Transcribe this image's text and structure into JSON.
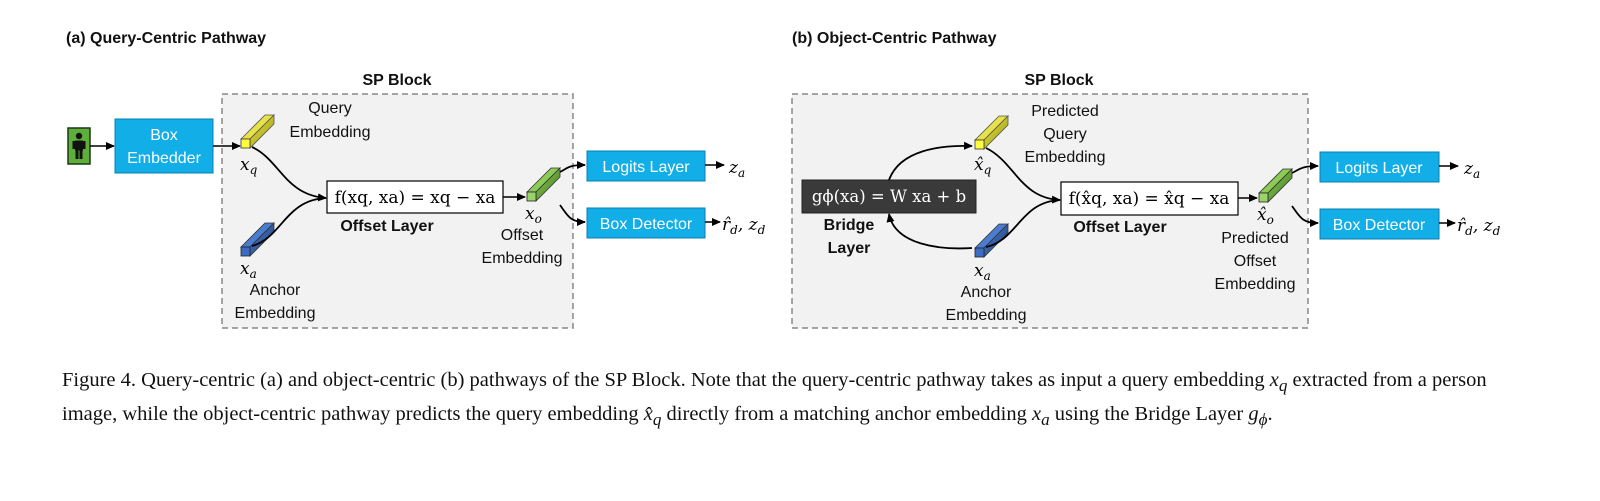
{
  "panels": [
    {
      "title": "(a) Query-Centric Pathway",
      "block_title": "SP Block",
      "box_embedder": [
        "Box",
        "Embedder"
      ],
      "query_label": [
        "Query",
        "Embedding"
      ],
      "xq": "x",
      "xq_sub": "q",
      "xa": "x",
      "xa_sub": "a",
      "anchor_label": [
        "Anchor",
        "Embedding"
      ],
      "offset_formula": "f(xq, xa) = xq − xa",
      "offset_layer": "Offset Layer",
      "xo": "x",
      "xo_sub": "o",
      "offset_emb_label": [
        "Offset",
        "Embedding"
      ],
      "logits_layer": "Logits Layer",
      "box_detector": "Box Detector",
      "logits_out": "z",
      "logits_out_sub": "a",
      "detector_out": "r̂",
      "detector_out_sub": "d",
      "detector_out2": ", z",
      "detector_out2_sub": "d"
    },
    {
      "title": "(b) Object-Centric Pathway",
      "block_title": "SP Block",
      "bridge_formula": "gϕ(xa) = W xa + b",
      "bridge_label": [
        "Bridge",
        "Layer"
      ],
      "pred_query_label": [
        "Predicted",
        "Query",
        "Embedding"
      ],
      "xq": "x̂",
      "xq_sub": "q",
      "xa": "x",
      "xa_sub": "a",
      "anchor_label": [
        "Anchor",
        "Embedding"
      ],
      "offset_formula": "f(x̂q, xa) = x̂q − xa",
      "offset_layer": "Offset Layer",
      "xo": "x̂",
      "xo_sub": "o",
      "offset_emb_label": [
        "Predicted",
        "Offset",
        "Embedding"
      ],
      "logits_layer": "Logits Layer",
      "box_detector": "Box Detector",
      "logits_out": "z",
      "logits_out_sub": "a",
      "detector_out": "r̂",
      "detector_out_sub": "d",
      "detector_out2": ", z",
      "detector_out2_sub": "d"
    }
  ],
  "caption": {
    "p1": "Figure 4. Query-centric (a) and object-centric (b) pathways of the SP Block. Note that the query-centric pathway takes as input a query embedding ",
    "m1": "x",
    "m1s": "q",
    "p2": " extracted from a person image, while the object-centric pathway predicts the query embedding ",
    "m2": "x̂",
    "m2s": "q",
    "p3": " directly from a matching anchor embedding ",
    "m3": "x",
    "m3s": "a",
    "p4": " using the Bridge Layer ",
    "m4": "g",
    "m4s": "ϕ",
    "p5": "."
  },
  "colors": {
    "accent_box": "#12aee8",
    "query_bar": "#c9c514",
    "anchor_bar": "#2f5da8",
    "offset_bar": "#6aa33a",
    "bridge_box": "#3a3a3a",
    "block_bg": "#f2f2f2",
    "person_icon": "#5fae3c"
  },
  "icons": [
    "person-icon"
  ]
}
